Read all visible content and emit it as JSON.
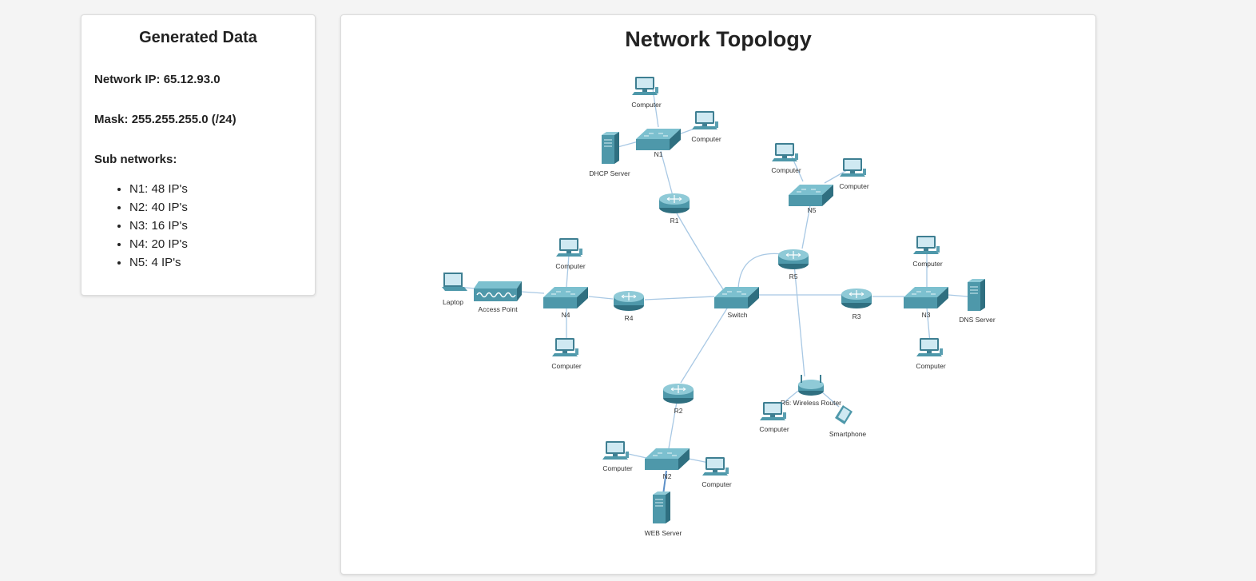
{
  "generated": {
    "title": "Generated Data",
    "network_ip_label": "Network IP:",
    "network_ip": "65.12.93.0",
    "mask_label": "Mask:",
    "mask": "255.255.255.0 (/24)",
    "subnets_label": "Sub networks:",
    "subnets": [
      "N1: 48 IP's",
      "N2: 40 IP's",
      "N3: 16 IP's",
      "N4: 20 IP's",
      "N5: 4 IP's"
    ]
  },
  "topology": {
    "title": "Network Topology",
    "labels": {
      "computer": "Computer",
      "dhcp_server": "DHCP Server",
      "dns_server": "DNS Server",
      "web_server": "WEB Server",
      "laptop": "Laptop",
      "access_point": "Access Point",
      "smartphone": "Smartphone",
      "switch": "Switch",
      "n1": "N1",
      "n2": "N2",
      "n3": "N3",
      "n4": "N4",
      "n5": "N5",
      "r1": "R1",
      "r2": "R2",
      "r3": "R3",
      "r4": "R4",
      "r5": "R5",
      "r6": "R6: Wireless Router"
    },
    "colors": {
      "device": "#4e98aa",
      "device_top": "#7cc0cf",
      "device_dark": "#2f6f80",
      "link": "#a8c8e4"
    }
  }
}
